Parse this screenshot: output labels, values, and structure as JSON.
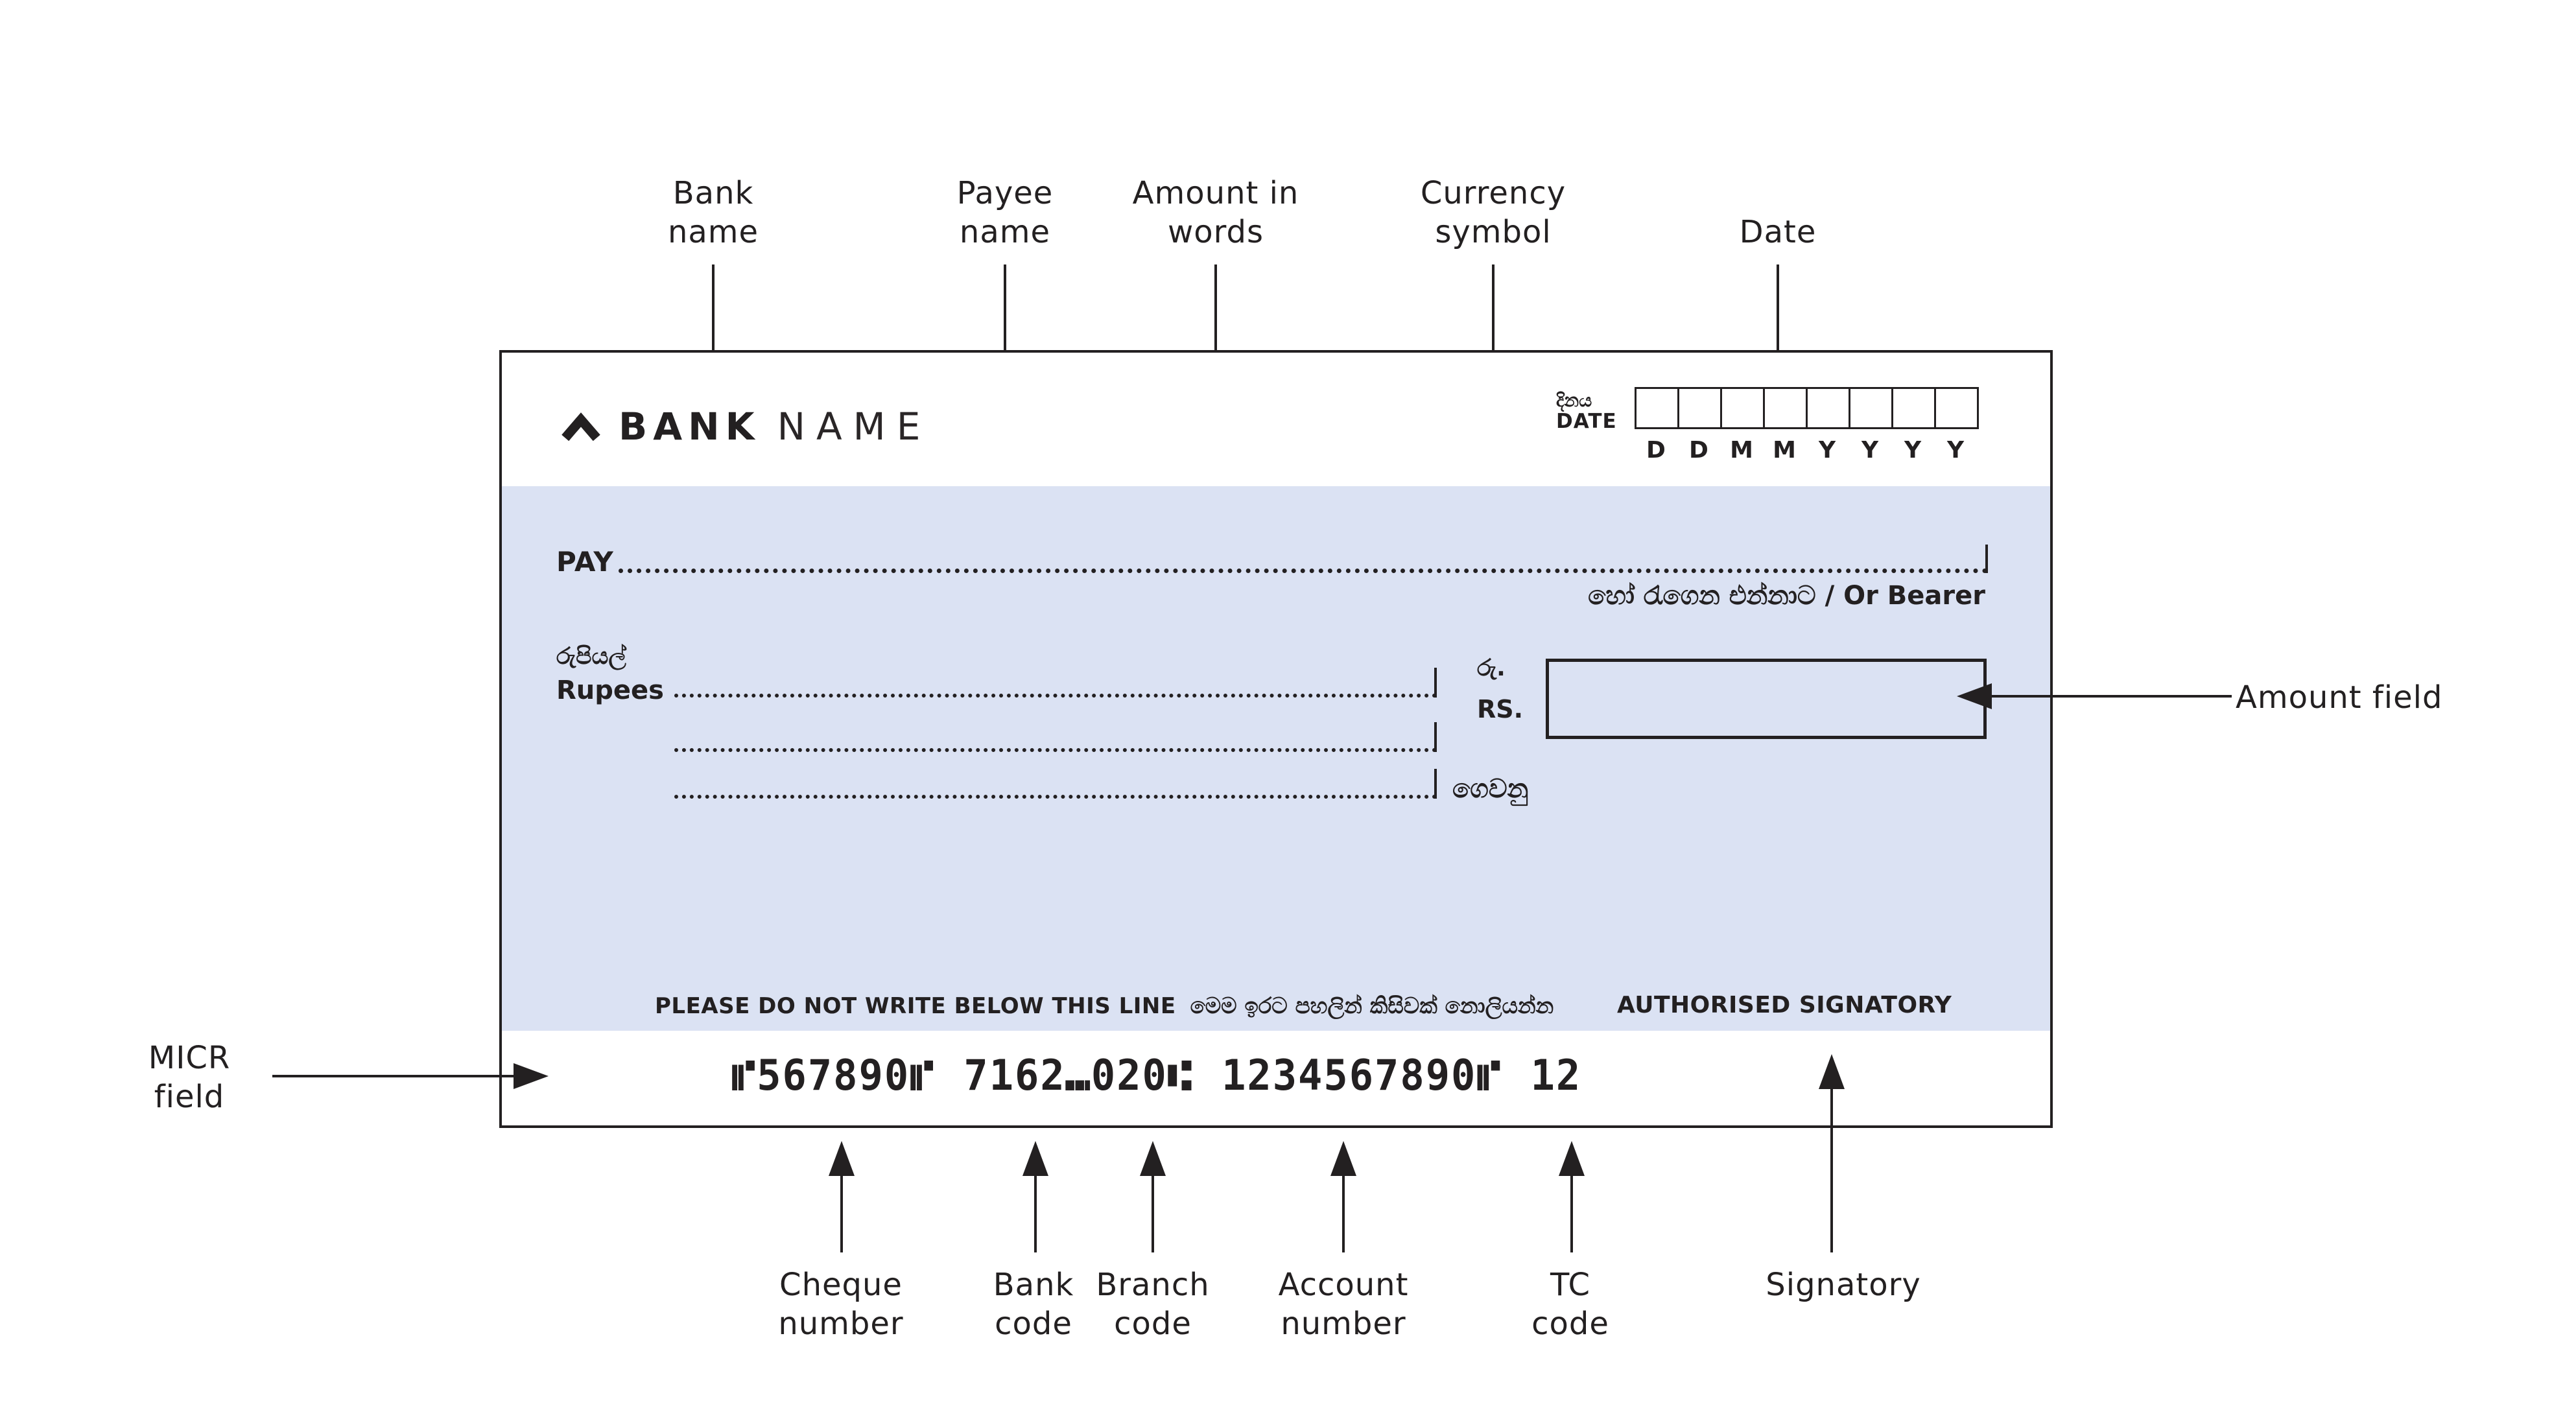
{
  "colors": {
    "ink": "#232021",
    "band": "#dbe2f3",
    "paper": "#ffffff"
  },
  "callouts": {
    "bank_name": {
      "l1": "Bank",
      "l2": "name"
    },
    "payee_name": {
      "l1": "Payee",
      "l2": "name"
    },
    "amount_in_words": {
      "l1": "Amount in",
      "l2": "words"
    },
    "currency_symbol": {
      "l1": "Currency",
      "l2": "symbol"
    },
    "date": {
      "l1": "Date"
    },
    "amount_field": {
      "l1": "Amount field"
    },
    "micr_field": {
      "l1": "MICR",
      "l2": "field"
    },
    "cheque_number": {
      "l1": "Cheque",
      "l2": "number"
    },
    "bank_code": {
      "l1": "Bank",
      "l2": "code"
    },
    "branch_code": {
      "l1": "Branch",
      "l2": "code"
    },
    "account_number": {
      "l1": "Account",
      "l2": "number"
    },
    "tc_code": {
      "l1": "TC",
      "l2": "code"
    },
    "signatory": {
      "l1": "Signatory"
    }
  },
  "cheque": {
    "logo": {
      "icon": "chevron-up",
      "bold": "BANK",
      "light": "NAME"
    },
    "date": {
      "label_si": "දිනය",
      "label_en": "DATE",
      "letters": [
        "D",
        "D",
        "M",
        "M",
        "Y",
        "Y",
        "Y",
        "Y"
      ]
    },
    "pay_label": "PAY",
    "bearer": "හෝ රැගෙන එන්නාට / Or Bearer",
    "rupees": {
      "label_si": "රුපියල්",
      "label_en": "Rupees"
    },
    "currency": {
      "si": "රු.",
      "en": "RS."
    },
    "paid_note": "ගෙවනු",
    "warning": {
      "en": "PLEASE DO NOT WRITE BELOW THIS LINE",
      "si": "මෙම ඉරට පහලින් කිසිවක් නොලියන්න"
    },
    "authorised_signatory": "AUTHORISED SIGNATORY",
    "micr": {
      "on_us_symbol": "⑈",
      "dash_symbol": "⑉",
      "transit_symbol": "⑆",
      "cheque_number": "567890",
      "bank_code": "7162",
      "branch_code": "020",
      "account_number": "1234567890",
      "tc_code": "12",
      "full": "⑈567890⑈ 7162⑉020⑆ 1234567890⑈ 12"
    }
  }
}
